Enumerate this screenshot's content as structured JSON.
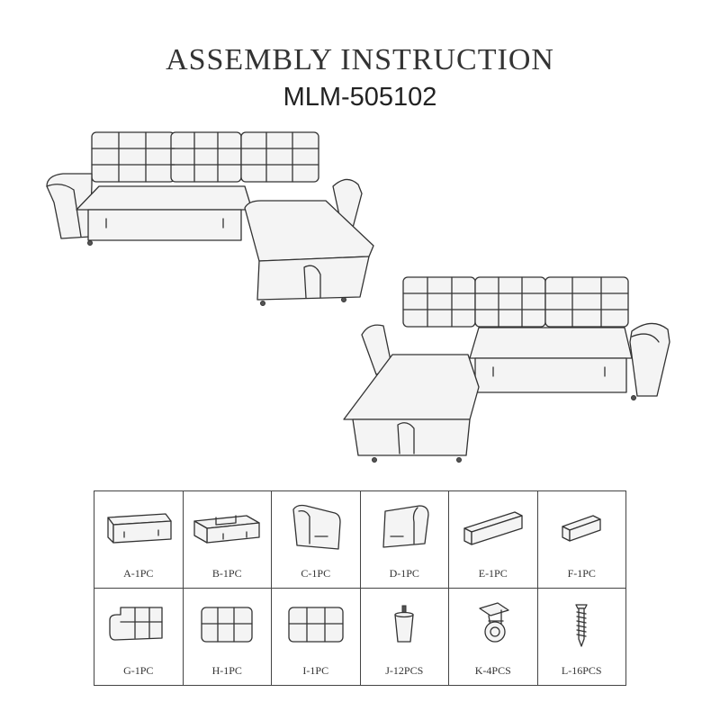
{
  "header": {
    "title": "ASSEMBLY INSTRUCTION",
    "model": "MLM-505102"
  },
  "parts": [
    {
      "label": "A-1PC",
      "icon": "sofa-base-icon"
    },
    {
      "label": "B-1PC",
      "icon": "sofa-base-icon"
    },
    {
      "label": "C-1PC",
      "icon": "arm-panel-icon"
    },
    {
      "label": "D-1PC",
      "icon": "arm-panel-icon"
    },
    {
      "label": "E-1PC",
      "icon": "back-panel-icon"
    },
    {
      "label": "F-1PC",
      "icon": "back-panel-icon"
    },
    {
      "label": "G-1PC",
      "icon": "cushion-icon"
    },
    {
      "label": "H-1PC",
      "icon": "cushion-icon"
    },
    {
      "label": "I-1PC",
      "icon": "cushion-icon"
    },
    {
      "label": "J-12PCS",
      "icon": "leg-icon"
    },
    {
      "label": "K-4PCS",
      "icon": "caster-icon"
    },
    {
      "label": "L-16PCS",
      "icon": "screw-icon"
    }
  ]
}
